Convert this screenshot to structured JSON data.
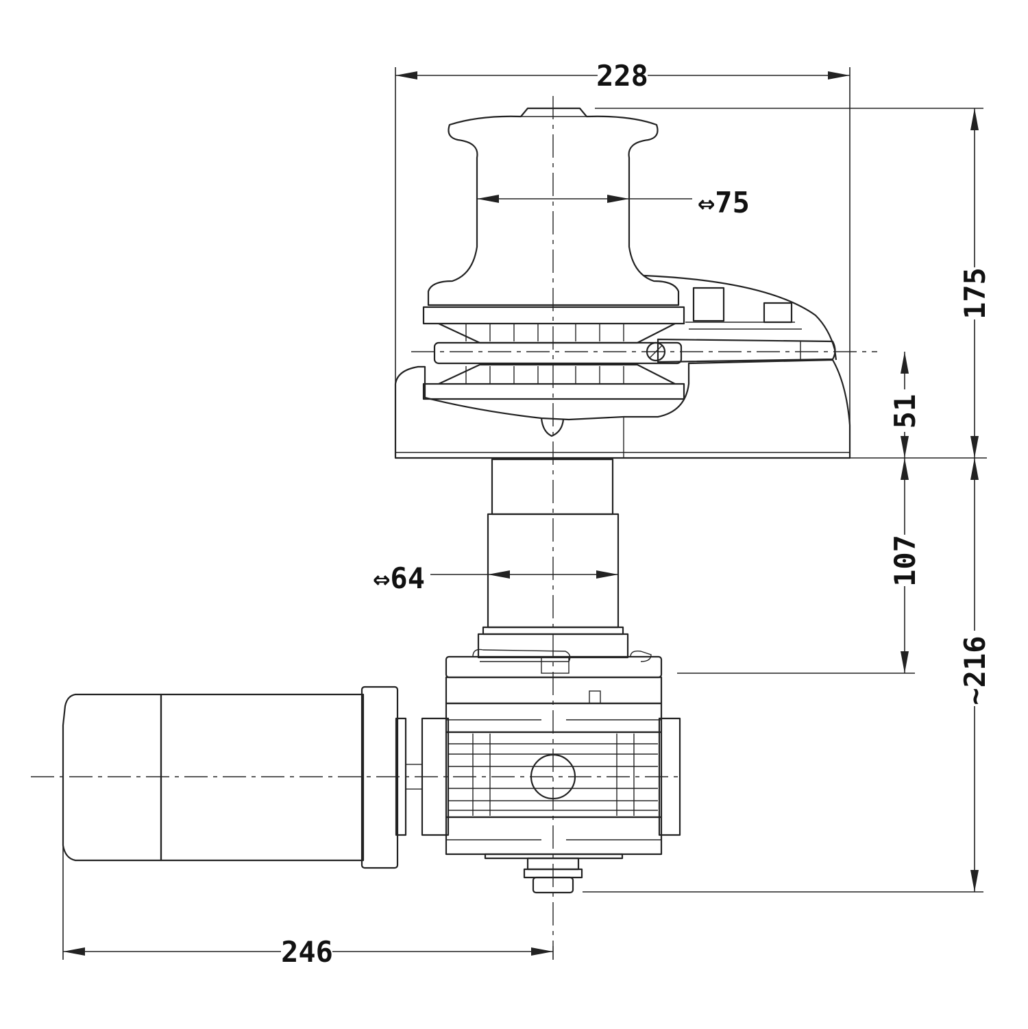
{
  "dimensions": {
    "overall_width": "228",
    "drum_diameter": "⇔75",
    "above_deck_height": "175",
    "gypsy_height": "51",
    "below_deck_depth": "107",
    "shaft_diameter": "⇔64",
    "total_depth": "~216",
    "motor_length": "246"
  },
  "colors": {
    "line": "#222222",
    "background": "#ffffff"
  }
}
